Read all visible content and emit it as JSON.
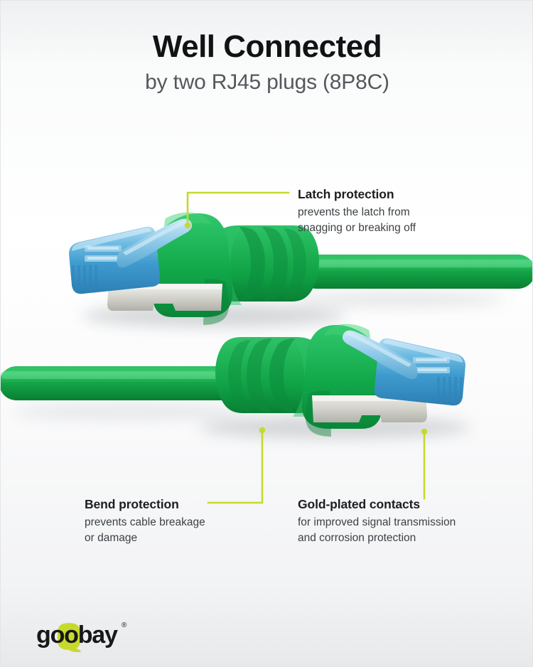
{
  "header": {
    "title": "Well Connected",
    "subtitle": "by two RJ45 plugs (8P8C)"
  },
  "callouts": [
    {
      "id": "latch",
      "title": "Latch protection",
      "body": "prevents the latch from\nsnagging or breaking off"
    },
    {
      "id": "bend",
      "title": "Bend protection",
      "body": "prevents cable breakage\nor damage"
    },
    {
      "id": "gold",
      "title": "Gold-plated contacts",
      "body": "for improved signal transmission\nand corrosion protection"
    }
  ],
  "logo": {
    "name": "goobay",
    "registered_mark": "®",
    "blob_color": "#C8D92E"
  },
  "product": {
    "description": "Green shielded network patch cable with two blue translucent RJ45 8P8C plugs",
    "cable_color": "#1BA84C",
    "boot_color": "#13A54A",
    "plug_color": "#6FB6DE",
    "shield_color": "#D3D3CE"
  },
  "theme": {
    "leader_line_color": "#C5D92E",
    "background_top": "#eef0f1",
    "background_mid": "#ffffff",
    "background_bottom": "#e7e9ea",
    "title_color": "#111213",
    "subtitle_color": "#54585c",
    "callout_title_color": "#1c1e20",
    "callout_body_color": "#3d4145"
  }
}
